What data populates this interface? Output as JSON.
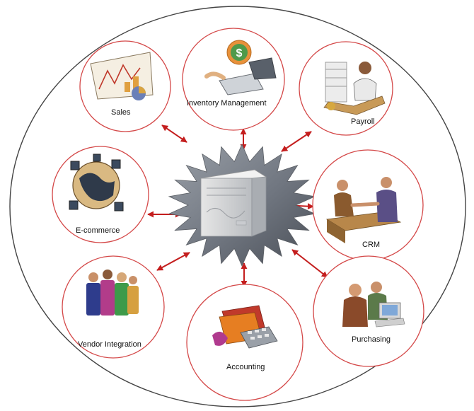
{
  "diagram": {
    "hub": {
      "icon": "server-tower-icon"
    },
    "modules": [
      {
        "key": "sales",
        "label": "Sales",
        "icon": "sales-chart-icon"
      },
      {
        "key": "inventory",
        "label": "Inventory Management",
        "icon": "dollar-laptop-icon"
      },
      {
        "key": "payroll",
        "label": "Payroll",
        "icon": "payroll-clerk-icon"
      },
      {
        "key": "ecommerce",
        "label": "E-commerce",
        "icon": "globe-network-icon"
      },
      {
        "key": "crm",
        "label": "CRM",
        "icon": "handshake-icon"
      },
      {
        "key": "vendor",
        "label": "Vendor Integration",
        "icon": "business-people-icon"
      },
      {
        "key": "accounting",
        "label": "Accounting",
        "icon": "calculator-folder-icon"
      },
      {
        "key": "purchasing",
        "label": "Purchasing",
        "icon": "businessmen-computer-icon"
      }
    ],
    "colors": {
      "circle_outline": "#d44848",
      "arrow": "#c41e1e",
      "hub": "#6e737b",
      "outer_ring": "#444444"
    }
  }
}
